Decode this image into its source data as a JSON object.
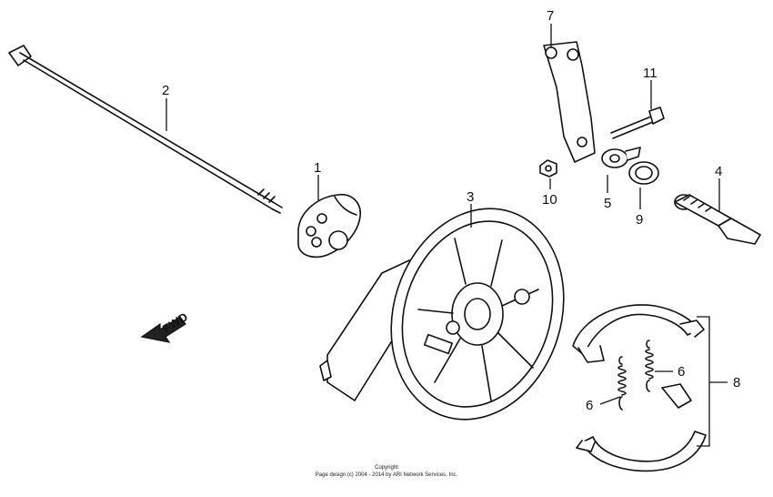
{
  "callouts": {
    "part_1": "1",
    "part_2": "2",
    "part_3": "3",
    "part_4": "4",
    "part_5": "5",
    "part_6a": "6",
    "part_6b": "6",
    "part_7": "7",
    "part_8": "8",
    "part_9": "9",
    "part_10": "10",
    "part_11": "11"
  },
  "fwd_label": "FWD",
  "copyright": {
    "line1": "Copyright",
    "line2": "Page design (c) 2004 - 2014 by ARI Network Services, Inc."
  }
}
